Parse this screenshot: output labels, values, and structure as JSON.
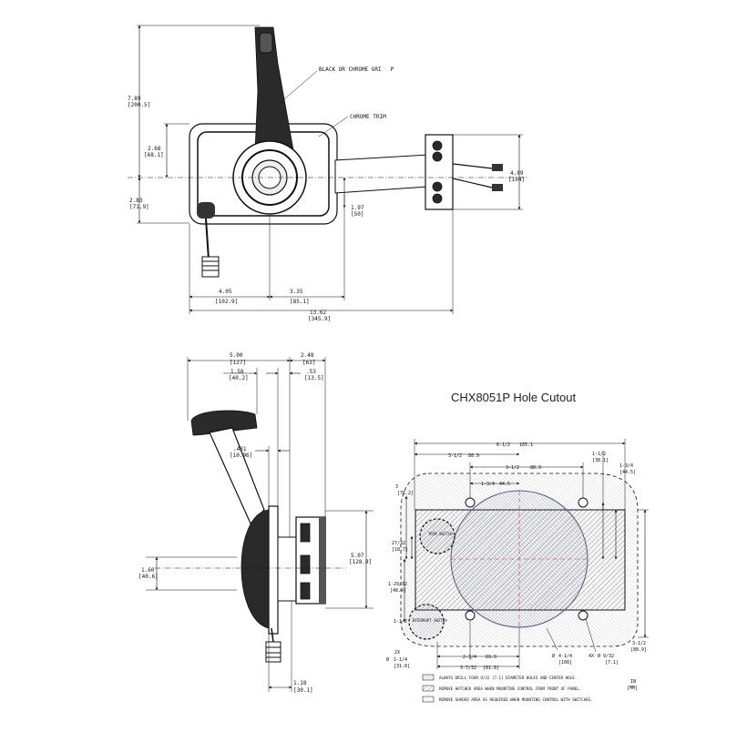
{
  "top_view": {
    "label_grip": "BLACK OR CHROME GRI",
    "label_grip_suffix": "P",
    "label_trim": "CHROME TRIM",
    "dims": {
      "h789": "7.89",
      "h789mm": "[200.5]",
      "h268": "2.68",
      "h268mm": "[68.1]",
      "h283": "2.83",
      "h283mm": "[71.9]",
      "h197": "1.97",
      "h197mm": "[50]",
      "h409": "4.09",
      "h409mm": "[104]",
      "w405": "4.05",
      "w405mm": "[102.9]",
      "w335": "3.35",
      "w335mm": "[85.1]",
      "w1362": "13.62",
      "w1362mm": "[345.9]"
    }
  },
  "side_view": {
    "dims": {
      "w500": "5.00",
      "w500mm": "[127]",
      "w248": "2.48",
      "w248mm": "[63]",
      "w158": "1.58",
      "w158mm": "[40.2]",
      "w053": ".53",
      "w053mm": "[13.5]",
      "w043": ".431",
      "w043mm": "[10.96]",
      "h160": "1.60",
      "h160mm": "[40.6]",
      "h507": "5.07",
      "h507mm": "[128.9]",
      "w118": "1.18",
      "w118mm": "[30.1]"
    }
  },
  "cutout": {
    "title": "CHX8051P Hole Cutout",
    "dims": {
      "d612": "6-1/2",
      "d612mm": "165.1",
      "d312a": "3-1/2",
      "d312amm": "88.9",
      "d312b": "3-1/2",
      "d312bmm": "88.9",
      "d134a": "1-3/4",
      "d134amm": "44.5",
      "d112": "1-1/2",
      "d112mm": "[38.1]",
      "d134b": "1-3/4",
      "d134bmm": "[44.5]",
      "d3": "3",
      "d3mm": "[76.2]",
      "d2732": "27/32",
      "d2732mm": "[18.7]",
      "d12932": "1-29/32",
      "d12932mm": "[48.4]",
      "d112v": "1-1/2",
      "d2x": "2X",
      "d114": "1-1/4",
      "d114mm": "[31.8]",
      "d234": "2-3/4",
      "d234mm": "69.9",
      "d414": "4-1/4",
      "d414mm": "[108]",
      "d3716": "3-7/32",
      "d3716mm": "[81.8]",
      "d4x": "4X",
      "d932": "9/32",
      "d932mm": "[7.1]",
      "d312v": "3-1/2",
      "d312vmm": "[88.9]",
      "trim_label": "TRIM SWITCH",
      "interrupt_label": "INTERRUPT SWITCH"
    },
    "legend": [
      "ALWAYS DRILL FOUR 9/32 [7.1] DIAMETER HOLES AND CENTER HOLE.",
      "REMOVE HATCHED AREA WHEN MOUNTING CONTROL FROM FRONT OF PANEL.",
      "REMOVE SHADED AREA AS REQUIRED WHEN MOUNTING CONTROL WITH SWITCHES."
    ],
    "units_in": "IN",
    "units_mm": "[MM]"
  }
}
